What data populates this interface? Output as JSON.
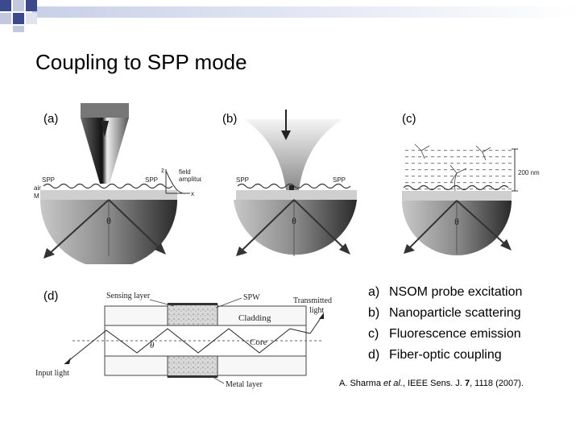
{
  "slide": {
    "title": "Coupling to SPP mode",
    "citation": {
      "authors": "A. Sharma ",
      "etal": "et al.",
      "journal": ", IEEE Sens. J. ",
      "volume": "7",
      "rest": ", 1118 (2007)."
    }
  },
  "panels": {
    "a": {
      "label": "(a)",
      "spp_left": "SPP",
      "spp_right": "SPP",
      "air": "air",
      "metal": "M",
      "theta": "θ",
      "axis_z": "z",
      "axis_x": "x",
      "field": "field",
      "amplitude": "amplitude"
    },
    "b": {
      "label": "(b)",
      "spp_left": "SPP",
      "spp_right": "SPP",
      "theta": "θ"
    },
    "c": {
      "label": "(c)",
      "thickness": "200 nm",
      "theta": "θ"
    },
    "d": {
      "label": "(d)",
      "sensing_layer": "Sensing layer",
      "spw": "SPW",
      "transmitted_1": "Transmitted",
      "transmitted_2": "light",
      "cladding": "Cladding",
      "core": "Core",
      "theta": "θ",
      "input_light": "Input light",
      "metal_layer": "Metal layer"
    }
  },
  "methods": [
    {
      "letter": "a)",
      "text": "NSOM probe excitation"
    },
    {
      "letter": "b)",
      "text": "Nanoparticle scattering"
    },
    {
      "letter": "c)",
      "text": "Fluorescence emission"
    },
    {
      "letter": "d)",
      "text": "Fiber-optic coupling"
    }
  ]
}
